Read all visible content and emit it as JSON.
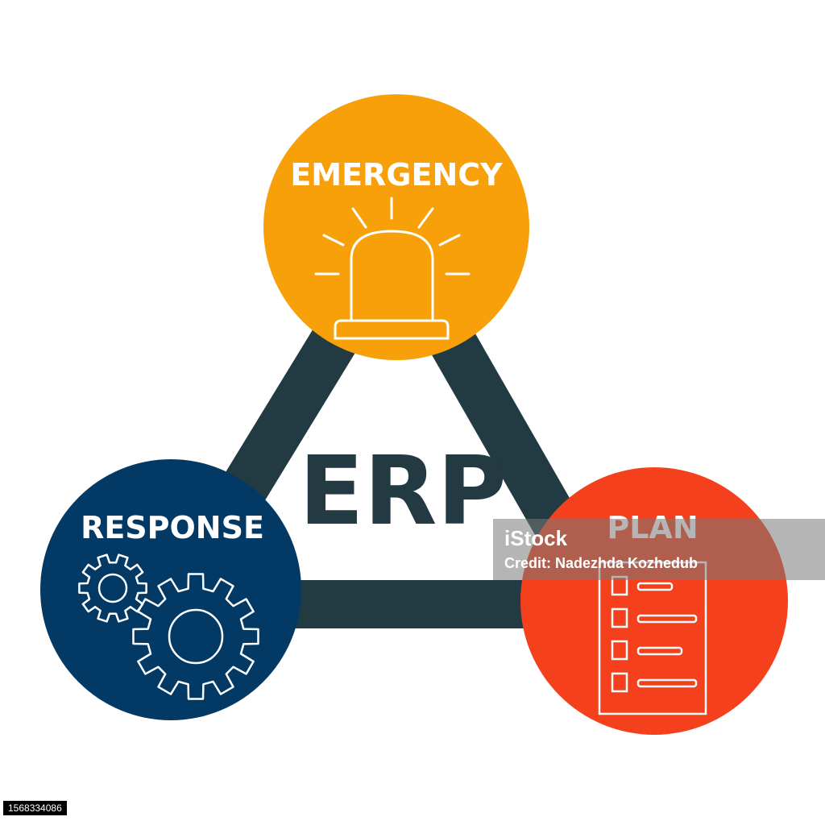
{
  "diagram": {
    "center_label": "ERP",
    "nodes": [
      {
        "id": "emergency",
        "label": "EMERGENCY",
        "color": "#f7a00a",
        "icon": "siren-icon"
      },
      {
        "id": "response",
        "label": "RESPONSE",
        "color": "#033a65",
        "icon": "gears-icon"
      },
      {
        "id": "plan",
        "label": "PLAN",
        "color": "#f4401c",
        "icon": "checklist-icon"
      }
    ],
    "connector_color": "#223a42"
  },
  "watermark": {
    "logo_text": "iStock",
    "credit": "Credit: Nadezhda Kozhedub"
  },
  "stock_id": "1568334086"
}
